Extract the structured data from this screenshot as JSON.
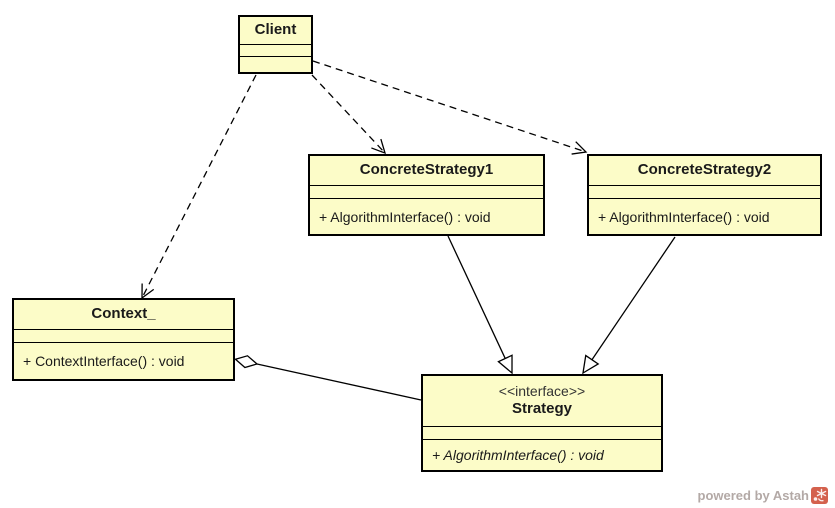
{
  "classes": {
    "client": {
      "name": "Client",
      "operations": []
    },
    "concrete_strategy_1": {
      "name": "ConcreteStrategy1",
      "operations": [
        "+ AlgorithmInterface() : void"
      ]
    },
    "concrete_strategy_2": {
      "name": "ConcreteStrategy2",
      "operations": [
        "+ AlgorithmInterface() : void"
      ]
    },
    "context": {
      "name": "Context_",
      "operations": [
        "+ ContextInterface() : void"
      ]
    },
    "strategy": {
      "stereotype": "<<interface>>",
      "name": "Strategy",
      "operations": [
        "+ AlgorithmInterface() : void"
      ],
      "operations_abstract": true
    }
  },
  "relationships": [
    {
      "from": "Client",
      "to": "Context_",
      "type": "dependency",
      "line": "dashed",
      "arrow": "open"
    },
    {
      "from": "Client",
      "to": "ConcreteStrategy1",
      "type": "dependency",
      "line": "dashed",
      "arrow": "open"
    },
    {
      "from": "Client",
      "to": "ConcreteStrategy2",
      "type": "dependency",
      "line": "dashed",
      "arrow": "open"
    },
    {
      "from": "ConcreteStrategy1",
      "to": "Strategy",
      "type": "realization",
      "line": "solid",
      "arrow": "hollow-triangle"
    },
    {
      "from": "ConcreteStrategy2",
      "to": "Strategy",
      "type": "realization",
      "line": "solid",
      "arrow": "hollow-triangle"
    },
    {
      "from": "Context_",
      "to": "Strategy",
      "type": "aggregation",
      "line": "solid",
      "arrow": "hollow-diamond-at-context"
    }
  ],
  "watermark": {
    "text": "powered by Astah"
  },
  "colors": {
    "background": "#FFFFFF",
    "class_fill": "#FCFCC8",
    "class_border": "#000000",
    "connector": "#000000",
    "watermark_text": "#B3A9A6",
    "logo": "#D4614D"
  }
}
